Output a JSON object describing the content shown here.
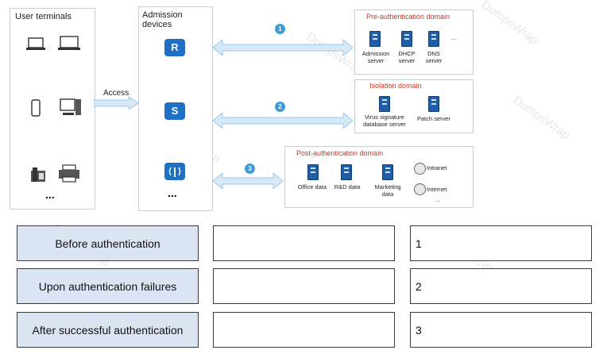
{
  "diagram": {
    "user_terminals_title": "User terminals",
    "admission_devices_title": "Admission devices",
    "access_label": "Access",
    "terminals_more": "...",
    "devices_more": "...",
    "device_icons": [
      "router-icon",
      "switch-icon",
      "wireless-ap-icon"
    ],
    "arrow_numbers": [
      "1",
      "2",
      "3"
    ],
    "pre_auth": {
      "title": "Pre-authentication domain",
      "items": [
        {
          "label": "Admission server"
        },
        {
          "label": "DHCP server"
        },
        {
          "label": "DNS server"
        }
      ],
      "more": "..."
    },
    "isolation": {
      "title": "Isolation domain",
      "items": [
        {
          "label": "Virus signature database server"
        },
        {
          "label": "Patch server"
        }
      ]
    },
    "post_auth": {
      "title": "Post-authentication domain",
      "items": [
        {
          "label": "Office data"
        },
        {
          "label": "R&D data"
        },
        {
          "label": "Marketing data"
        }
      ],
      "internet": [
        "Intranet",
        "Internet"
      ],
      "more": "..."
    }
  },
  "matching": {
    "left": [
      "Before authentication",
      "Upon authentication failures",
      "After successful authentication"
    ],
    "middle": [
      "",
      "",
      ""
    ],
    "right": [
      "1",
      "2",
      "3"
    ]
  },
  "watermark_text": "DumpsWrap"
}
